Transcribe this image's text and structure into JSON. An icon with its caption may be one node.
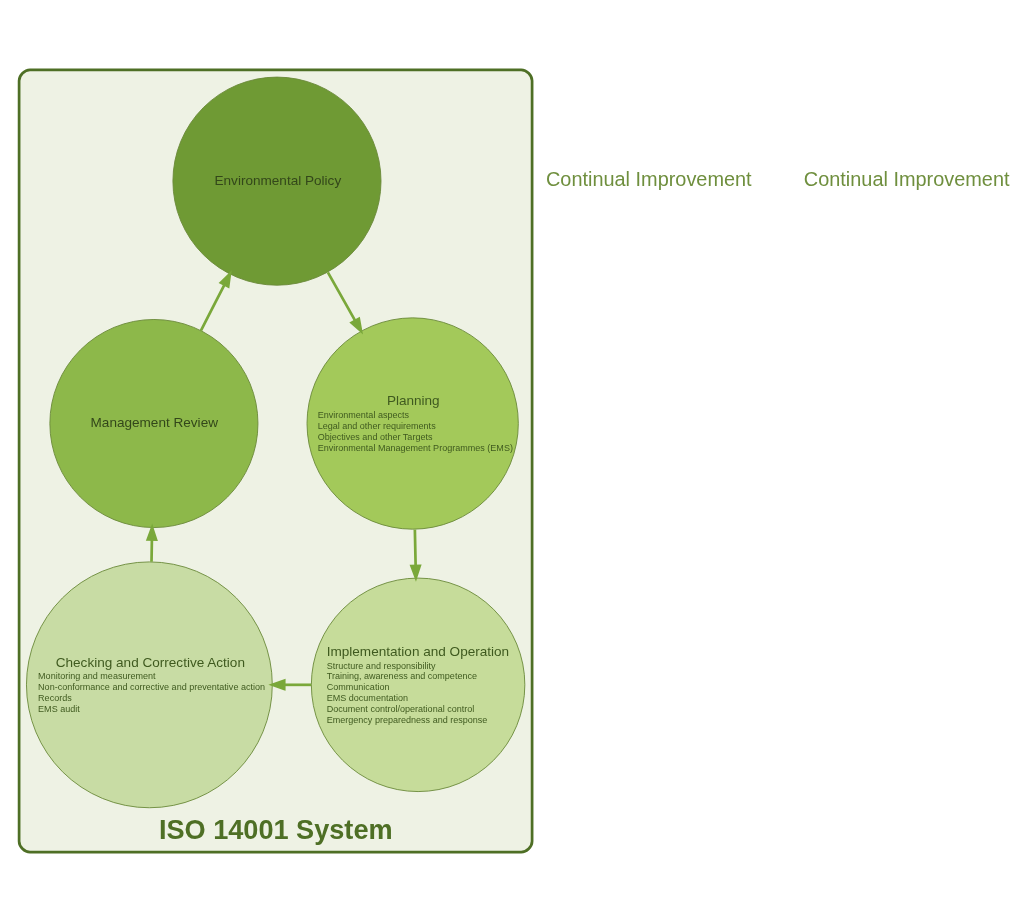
{
  "diagram": {
    "nodes": [
      {
        "text": [
          "ISO 14001 System"
        ]
      },
      {
        "text": [
          "Environmental Policy"
        ],
        "in": 0
      },
      {
        "text": [
          "Planning",
          "Environmental aspects",
          "Legal and other requirements",
          "Objectives and other Targets",
          "Environmental Management Programmes (EMS)"
        ],
        "in": 0
      },
      {
        "text": [
          "Implementation and Operation",
          "Structure and responsibility",
          "Training, awareness and competence",
          "Communication",
          "EMS documentation",
          "Document control/operational control",
          "Emergency preparedness and response"
        ],
        "in": 0
      },
      {
        "text": [
          "Checking and Corrective Action",
          "Monitoring and measurement",
          "Non-conformance and corrective and preventative action",
          "Records",
          "EMS audit"
        ],
        "in": 0
      },
      {
        "text": [
          "Management Review"
        ],
        "in": 0
      }
    ],
    "edges": [
      {
        "from": 1,
        "to": 2,
        "arrow": "to"
      },
      {
        "from": 2,
        "to": 3,
        "arrow": "to"
      },
      {
        "from": 3,
        "to": 4,
        "arrow": "to"
      },
      {
        "from": 4,
        "to": 5,
        "arrow": "to"
      },
      {
        "from": 5,
        "to": 1,
        "arrow": "to"
      }
    ],
    "labels": [
      "Continual Improvement",
      "Continual Improvement"
    ]
  }
}
